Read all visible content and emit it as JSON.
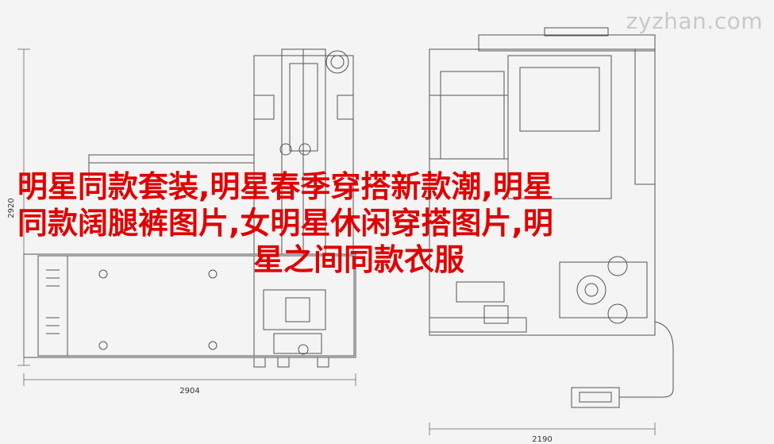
{
  "watermark": "zyzhan.com",
  "headline": {
    "line1": "明星同款套装,明星春季穿搭新款潮,明星",
    "line2": "同款阔腿裤图片,女明星休闲穿搭图片,明",
    "line3": "星之间同款衣服"
  },
  "dimensions": {
    "left_height": "2920",
    "left_width": "2904",
    "right_width": "2190"
  },
  "colors": {
    "line": "#555555",
    "text_red": "#e00000",
    "background": "#f4f4f4"
  }
}
